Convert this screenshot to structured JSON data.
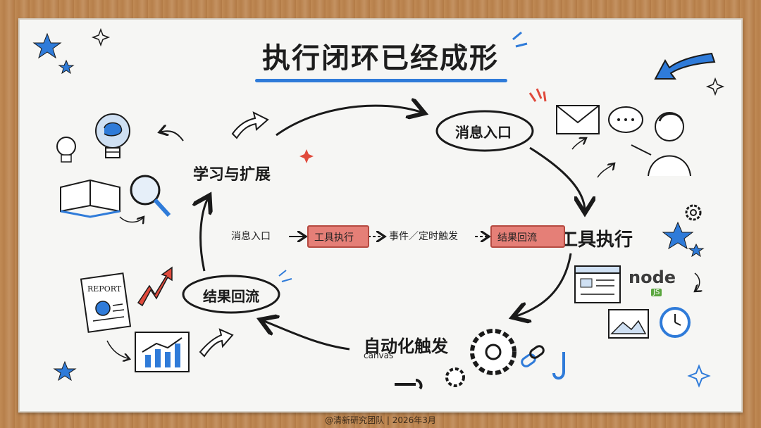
{
  "title": "执行闭环已经成形",
  "nodes": {
    "message_entry": "消息入口",
    "tool_exec": "工具执行",
    "auto_trigger": "自动化触发",
    "result_flow": "结果回流",
    "learn_expand": "学习与扩展"
  },
  "pipeline": {
    "step1": "消息入口",
    "step2": "工具执行",
    "step3": "事件／定时触发",
    "step4": "结果回流"
  },
  "labels": {
    "report": "REPORT",
    "canvas": "canvas",
    "node_logo": "node",
    "node_js": "JS"
  },
  "footer": "@清新研究团队 | 2026年3月",
  "colors": {
    "accent_blue": "#2f7bd9",
    "accent_red": "#e04a3c",
    "pipe_red": "#e57f77",
    "ink": "#1a1a1a",
    "board": "#f6f6f4",
    "wood": "#b9824e"
  }
}
